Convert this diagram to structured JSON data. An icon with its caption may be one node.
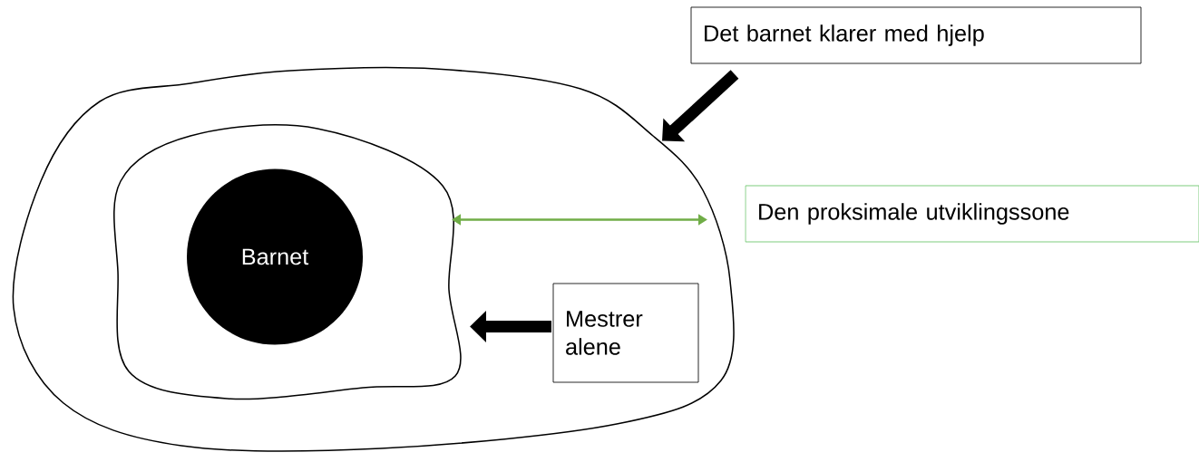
{
  "diagram": {
    "nodes": [
      {
        "text": [],
        "shape": "cloud"
      },
      {
        "text": [],
        "shape": "cloud",
        "in": 0
      },
      {
        "text": [
          "Barnet"
        ],
        "in": 1
      },
      {
        "text": [
          "Det barnet klarer med hjelp"
        ]
      },
      {
        "text": [
          "Den proksimale utviklingssone"
        ]
      },
      {
        "text": [
          "Mestrer alene"
        ],
        "in": 0
      }
    ],
    "edges": [
      {
        "from": 3,
        "to": 0,
        "arrow": "to"
      },
      {
        "from": 1,
        "to": 0,
        "arrow": "both",
        "color": "#70ad47"
      },
      {
        "from": 5,
        "to": 1,
        "arrow": "to"
      }
    ]
  }
}
